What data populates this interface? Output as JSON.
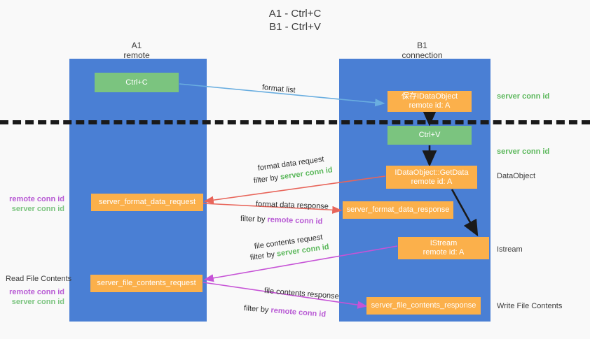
{
  "title": {
    "line1": "A1 - Ctrl+C",
    "line2": "B1 - Ctrl+V"
  },
  "columns": [
    {
      "name": "A1",
      "sub": "remote"
    },
    {
      "name": "B1",
      "sub": "connection"
    }
  ],
  "nodes": {
    "ctrl_c": {
      "line1": "Ctrl+C",
      "line2": ""
    },
    "save_idataobject": {
      "line1": "保存IDataObject",
      "line2": "remote id: A"
    },
    "ctrl_v": {
      "line1": "Ctrl+V",
      "line2": ""
    },
    "getdata": {
      "line1": "IDataObject::GetData",
      "line2": "remote id: A"
    },
    "server_format_data_request": {
      "line1": "server_format_data_request",
      "line2": ""
    },
    "server_format_data_response": {
      "line1": "server_format_data_response",
      "line2": ""
    },
    "istream": {
      "line1": "IStream",
      "line2": "remote id: A"
    },
    "server_file_contents_request": {
      "line1": "server_file_contents_request",
      "line2": ""
    },
    "server_file_contents_response": {
      "line1": "server_file_contents_response",
      "line2": ""
    }
  },
  "side_labels": {
    "server_conn_id_top": "server conn id",
    "server_conn_id_mid": "server conn id",
    "dataobject": "DataObject",
    "istream": "Istream",
    "write_file_contents": "Write File Contents"
  },
  "left_labels": {
    "read_file_contents": "Read File Contents",
    "remote_conn_id": "remote conn id",
    "server_conn_id": "server conn id"
  },
  "annotations": {
    "format_list": "format list",
    "format_data_request": "format data request",
    "format_data_request_filter_prefix": "filter by ",
    "format_data_request_filter_value": "server conn id",
    "format_data_response": "format data response",
    "format_data_response_filter_prefix": "filter by ",
    "format_data_response_filter_value": "remote conn id",
    "file_contents_request": "file contents request",
    "file_contents_request_filter_prefix": "filter by ",
    "file_contents_request_filter_value": "server conn id",
    "file_contents_response": "file contents response",
    "file_contents_response_filter_prefix": "filter by ",
    "file_contents_response_filter_value": "remote conn id"
  },
  "colors": {
    "lane": "#4a7fd4",
    "green_node": "#7bc47f",
    "orange_node": "#fbb04b",
    "red_arrow": "#e8655a",
    "magenta_arrow": "#c653d6",
    "blue_arrow": "#6aaee0",
    "dark_arrow": "#1a1a1a",
    "server_conn_id": "#5cb85c",
    "remote_conn_id": "#b85ad4"
  }
}
